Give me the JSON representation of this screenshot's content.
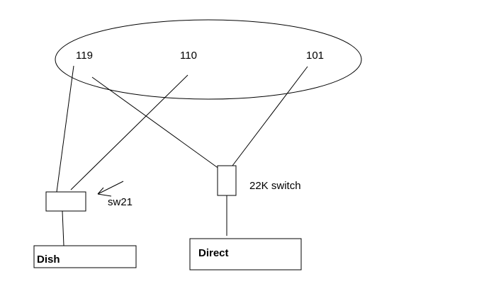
{
  "satellites": {
    "sat_119": "119",
    "sat_110": "110",
    "sat_101": "101"
  },
  "switches": {
    "sw21_label": "sw21",
    "switch_22k_label": "22K switch"
  },
  "receivers": {
    "dish_label": "Dish",
    "direct_label": "Direct"
  },
  "colors": {
    "line": "#000000",
    "background": "#ffffff"
  }
}
